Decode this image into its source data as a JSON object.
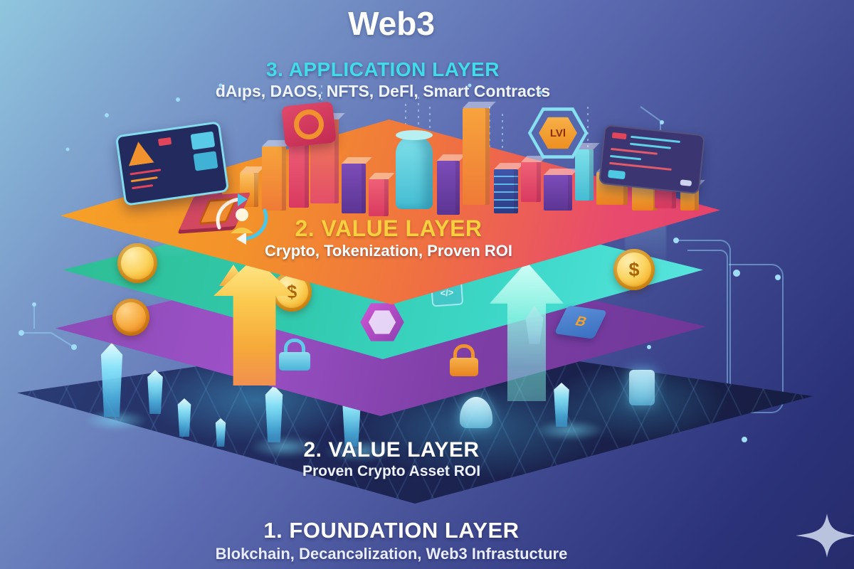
{
  "title": "Web3",
  "headings": {
    "application": {
      "title": "3. APPLICATION LAYER",
      "subtitle": "dAıps, DAOS, NFTS, DeFl, Smart Contracts"
    },
    "value_top": {
      "title": "2. VALUE LAYER",
      "subtitle": "Crypto, Tokenization, Proven ROI"
    },
    "value_bottom": {
      "title": "2. VALUE LAYER",
      "subtitle": "Proven Crypto Asset ROI"
    },
    "foundation": {
      "title": "1. FOUNDATION LAYER",
      "subtitle": "Blokchain, Decancəlization, Web3 Infrastucture"
    }
  },
  "badges": {
    "level_hexagon": "LVl"
  },
  "glyphs": {
    "dollar_coin": "$",
    "token_card": "B",
    "code_chip": "</>"
  },
  "colors": {
    "bg_top_left": "#90c6de",
    "bg_mid": "#5d6cb2",
    "bg_bottom": "#262c6b",
    "app_layer_left": "#f6a227",
    "app_layer_right": "#e4416b",
    "value_layer_teal": "#35cdb5",
    "token_layer_purple": "#8a48b0",
    "foundation_navy": "#1d2554",
    "accent_cyan": "#41dbe9",
    "accent_yellow": "#f8cf3f",
    "coin_gold": "#f7c948",
    "glow_cyan": "#7fe3ff",
    "watermark": "#b9c3de"
  }
}
